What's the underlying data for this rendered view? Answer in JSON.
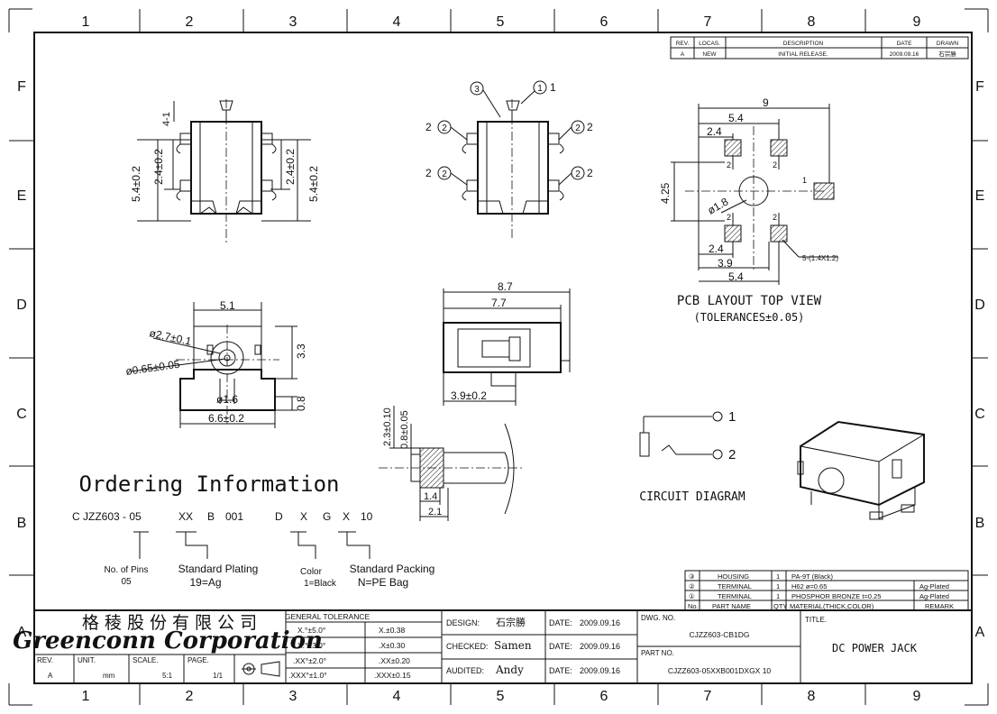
{
  "border": {
    "columns": [
      "1",
      "2",
      "3",
      "4",
      "5",
      "6",
      "7",
      "8",
      "9"
    ],
    "rows": [
      "F",
      "E",
      "D",
      "C",
      "B",
      "A"
    ]
  },
  "revision_table": {
    "headers": [
      "REV.",
      "LOCAS.",
      "DESCRIPTION",
      "DATE",
      "DRAWN"
    ],
    "row": [
      "A",
      "NEW",
      "INITIAL RELEASE.",
      "2009.09.16",
      "石宗勝"
    ]
  },
  "views": {
    "front": {
      "top": "4-1",
      "left_outer": "5.4±0.2",
      "left_inner": "2.4±0.2",
      "right_inner": "2.4±0.2",
      "right_outer": "5.4±0.2"
    },
    "side": {
      "callout_3": "3",
      "callout_1": "1",
      "callout_1_num": "1",
      "pin_labels": [
        "2",
        "2",
        "2",
        "2"
      ]
    },
    "pcb": {
      "dim_9": "9",
      "dim_54_top": "5.4",
      "dim_24_top": "2.4",
      "dim_425": "4.25",
      "dim_phi18": "ø1.8",
      "dim_24_bot": "2.4",
      "dim_39": "3.9",
      "dim_54_bot": "5.4",
      "pad_note": "5-(1.4X1.2)",
      "pin_nums": [
        "2",
        "2",
        "2",
        "2",
        "1"
      ],
      "title": "PCB LAYOUT TOP VIEW",
      "subtitle": "(TOLERANCES±0.05)"
    },
    "end": {
      "dim_51": "5.1",
      "dim_27": "ø2.7±0.1",
      "dim_065": "ø0.65±0.05",
      "dim_33": "3.3",
      "dim_16": "ø1.6",
      "dim_08": "0.8",
      "dim_66": "6.6±0.2"
    },
    "top": {
      "dim_87": "8.7",
      "dim_77": "7.7",
      "dim_39": "3.9±0.2"
    },
    "plug": {
      "dim_23": "2.3±0.10",
      "dim_08": "0.8±0.05",
      "dim_14": "1.4",
      "dim_21": "2.1"
    }
  },
  "circuit": {
    "pin1": "1",
    "pin2": "2",
    "label": "CIRCUIT DIAGRAM"
  },
  "ordering": {
    "title": "Ordering Information",
    "code": [
      "C JZZ603 - 05",
      "XX",
      "B",
      "001",
      "D",
      "X",
      "G",
      "X",
      "10"
    ],
    "pins_label": "No. of Pins",
    "pins_value": "05",
    "plating_label": "Standard Plating",
    "plating_value": "19=Ag",
    "color_label": "Color",
    "color_value": "1=Black",
    "packing_label": "Standard Packing",
    "packing_value": "N=PE Bag"
  },
  "bom": {
    "rows": [
      [
        "③",
        "HOUSING",
        "1",
        "PA-9T (Black)",
        ""
      ],
      [
        "②",
        "TERMINAL",
        "1",
        "H62  ø=0.65",
        "Ag-Plated"
      ],
      [
        "①",
        "TERMINAL",
        "1",
        "PHOSPHOR BRONZE  t=0.25",
        "Ag-Plated"
      ]
    ],
    "header": [
      "No.",
      "PART NAME",
      "QTY",
      "MATERIAL(THICK,COLOR)",
      "REMARK"
    ]
  },
  "title_block": {
    "company_cn": "格 稜 股 份 有 限 公 司",
    "company_en": "Greenconn Corporation",
    "rev_label": "REV.",
    "rev_value": "A",
    "unit_label": "UNIT.",
    "unit_value": "mm",
    "scale_label": "SCALE.",
    "scale_value": "5:1",
    "page_label": "PAGE.",
    "page_value": "1/1",
    "tol_title": "GENERAL TOLERANCE",
    "tol": [
      [
        "X.°±5.0°",
        "X.±0.38"
      ],
      [
        "X.°±3.0°",
        ".X±0.30"
      ],
      [
        ".XX°±2.0°",
        ".XX±0.20"
      ],
      [
        ".XXX°±1.0°",
        ".XXX±0.15"
      ]
    ],
    "design_label": "DESIGN:",
    "design_value": "石宗勝",
    "checked_label": "CHECKED:",
    "checked_value": "Samen",
    "audited_label": "AUDITED:",
    "audited_value": "Andy",
    "date_label": "DATE:",
    "date_value": "2009.09.16",
    "dwg_label": "DWG. NO.",
    "dwg_value": "CJZZ603-CB1DG",
    "part_label": "PART NO.",
    "part_value": "CJZZ603-05XXB001DXGX 10",
    "title_label": "TITLE.",
    "title_value": "DC POWER JACK"
  }
}
